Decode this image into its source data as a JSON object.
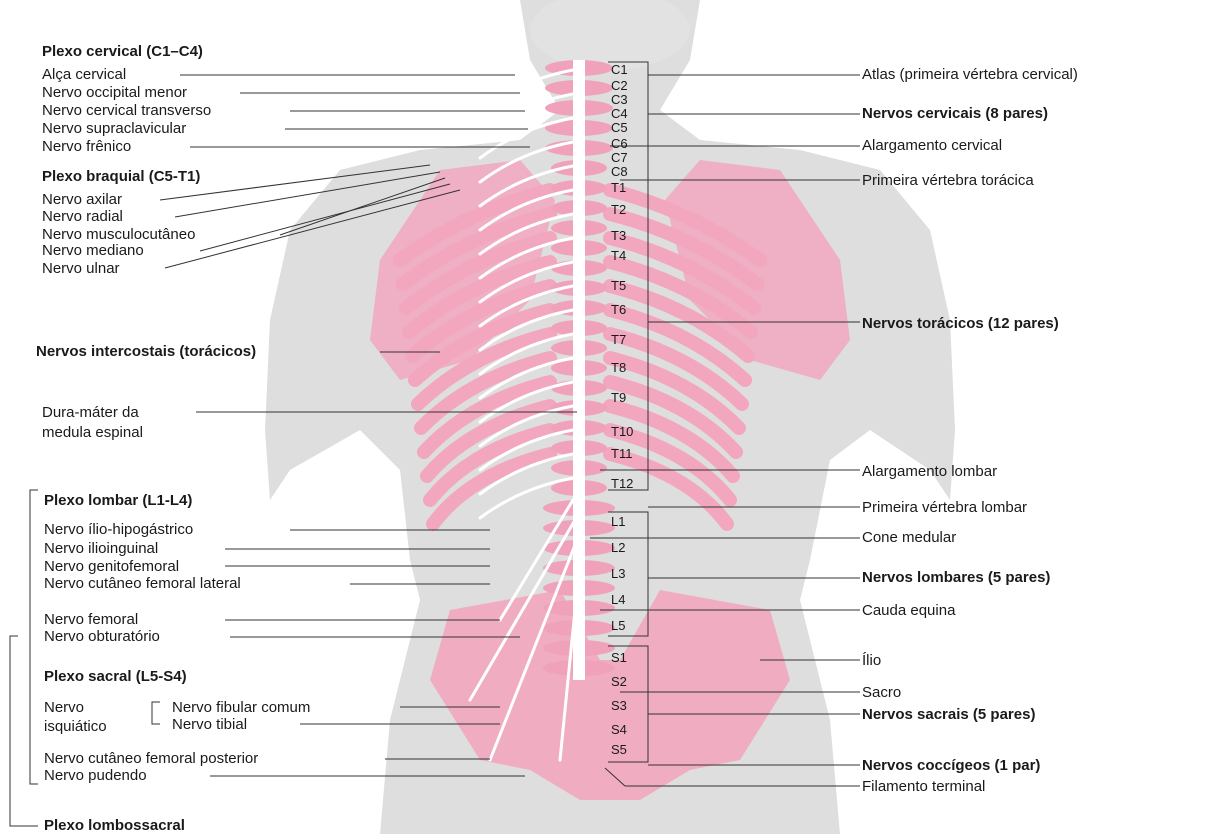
{
  "left": {
    "cervical_title": "Plexo cervical (C1–C4)",
    "cervical": [
      "Alça cervical",
      "Nervo occipital menor",
      "Nervo cervical transverso",
      "Nervo supraclavicular",
      "Nervo frênico"
    ],
    "brachial_title": "Plexo braquial (C5-T1)",
    "brachial": [
      "Nervo axilar",
      "Nervo radial",
      "Nervo musculocutâneo",
      "Nervo mediano",
      "Nervo ulnar"
    ],
    "intercostal": "Nervos intercostais (torácicos)",
    "dura_1": "Dura-máter da",
    "dura_2": "medula espinal",
    "lumbar_title": "Plexo lombar (L1-L4)",
    "lumbar": [
      "Nervo ílio-hipogástrico",
      "Nervo ilioinguinal",
      "Nervo genitofemoral",
      "Nervo cutâneo femoral lateral",
      "Nervo femoral",
      "Nervo obturatório"
    ],
    "sacral_title": "Plexo sacral (L5-S4)",
    "sciatic_1": "Nervo",
    "sciatic_2": "isquiático",
    "fibular": "Nervo fibular comum",
    "tibial": "Nervo tibial",
    "post_cut": "Nervo cutâneo femoral posterior",
    "pudendo": "Nervo pudendo",
    "lumbosacral": "Plexo lombossacral"
  },
  "right": {
    "atlas": "Atlas (primeira vértebra cervical)",
    "cervical_nerves": "Nervos cervicais (8 pares)",
    "cervical_enl": "Alargamento cervical",
    "first_thoracic": "Primeira vértebra torácica",
    "thoracic_nerves": "Nervos torácicos (12 pares)",
    "lumbar_enl": "Alargamento lombar",
    "first_lumbar": "Primeira vértebra lombar",
    "conus": "Cone medular",
    "lumbar_nerves": "Nervos lombares (5 pares)",
    "cauda": "Cauda equina",
    "ilio": "Ílio",
    "sacro": "Sacro",
    "sacral_nerves": "Nervos sacrais (5 pares)",
    "coccygeal": "Nervos coccígeos (1 par)",
    "filum": "Filamento terminal"
  },
  "segments": [
    "C1",
    "C2",
    "C3",
    "C4",
    "C5",
    "C6",
    "C7",
    "C8",
    "T1",
    "T2",
    "T3",
    "T4",
    "T5",
    "T6",
    "T7",
    "T8",
    "T9",
    "T10",
    "T11",
    "T12",
    "L1",
    "L2",
    "L3",
    "L4",
    "L5",
    "S1",
    "S2",
    "S3",
    "S4",
    "S5"
  ],
  "colors": {
    "bone": "#f2a7bf",
    "body": "#d9d9d9",
    "nerve": "#ffffff",
    "line": "#333333"
  }
}
